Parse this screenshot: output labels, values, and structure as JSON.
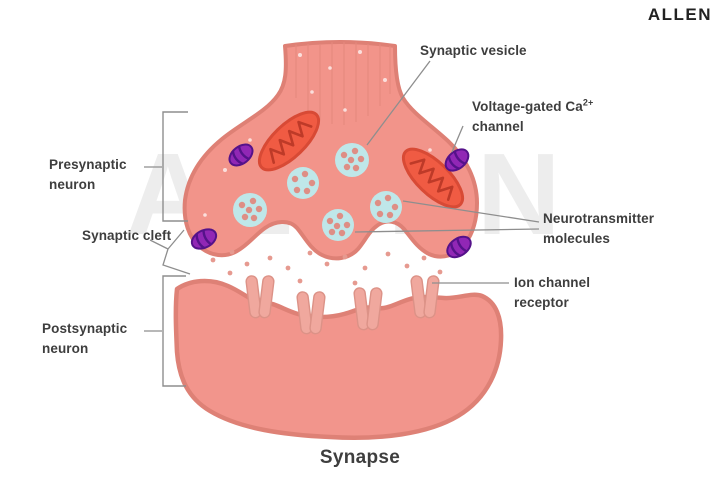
{
  "logo": {
    "text": "ALLEN"
  },
  "watermark": {
    "text": "ALLEN"
  },
  "title": "Synapse",
  "labels": {
    "synaptic_vesicle": "Synaptic vesicle",
    "voltage_gated": {
      "line1_main": "Voltage-gated Ca",
      "line1_sup": "2+",
      "line2": "channel"
    },
    "presynaptic_neuron": "Presynaptic neuron",
    "synaptic_cleft": "Synaptic cleft",
    "neurotransmitter": "Neurotransmitter molecules",
    "ion_channel_receptor": "Ion channel receptor",
    "postsynaptic_neuron": "Postsynaptic neuron"
  },
  "colors": {
    "bulb": "#F2948A",
    "bulbStroke": "#DE8075",
    "stripe": "#E5897E",
    "post": "#F2958C",
    "postStroke": "#DE8176",
    "mito": "#F05B43",
    "mitoStroke": "#D84A35",
    "mitoLine": "#BE3A28",
    "vesicle": "#BFE7E9",
    "vesicleDot": "#DE8E85",
    "channel": "#9127B5",
    "channelDark": "#55128A",
    "receptor": "#F0A89E",
    "receptorStroke": "#DC9287",
    "cleftDot": "#E69A90",
    "speckle": "#FFFFFF",
    "text": "#3E3E3E",
    "line": "#8E8E8E",
    "logo": "#222222",
    "watermark": "#EDEDED"
  }
}
